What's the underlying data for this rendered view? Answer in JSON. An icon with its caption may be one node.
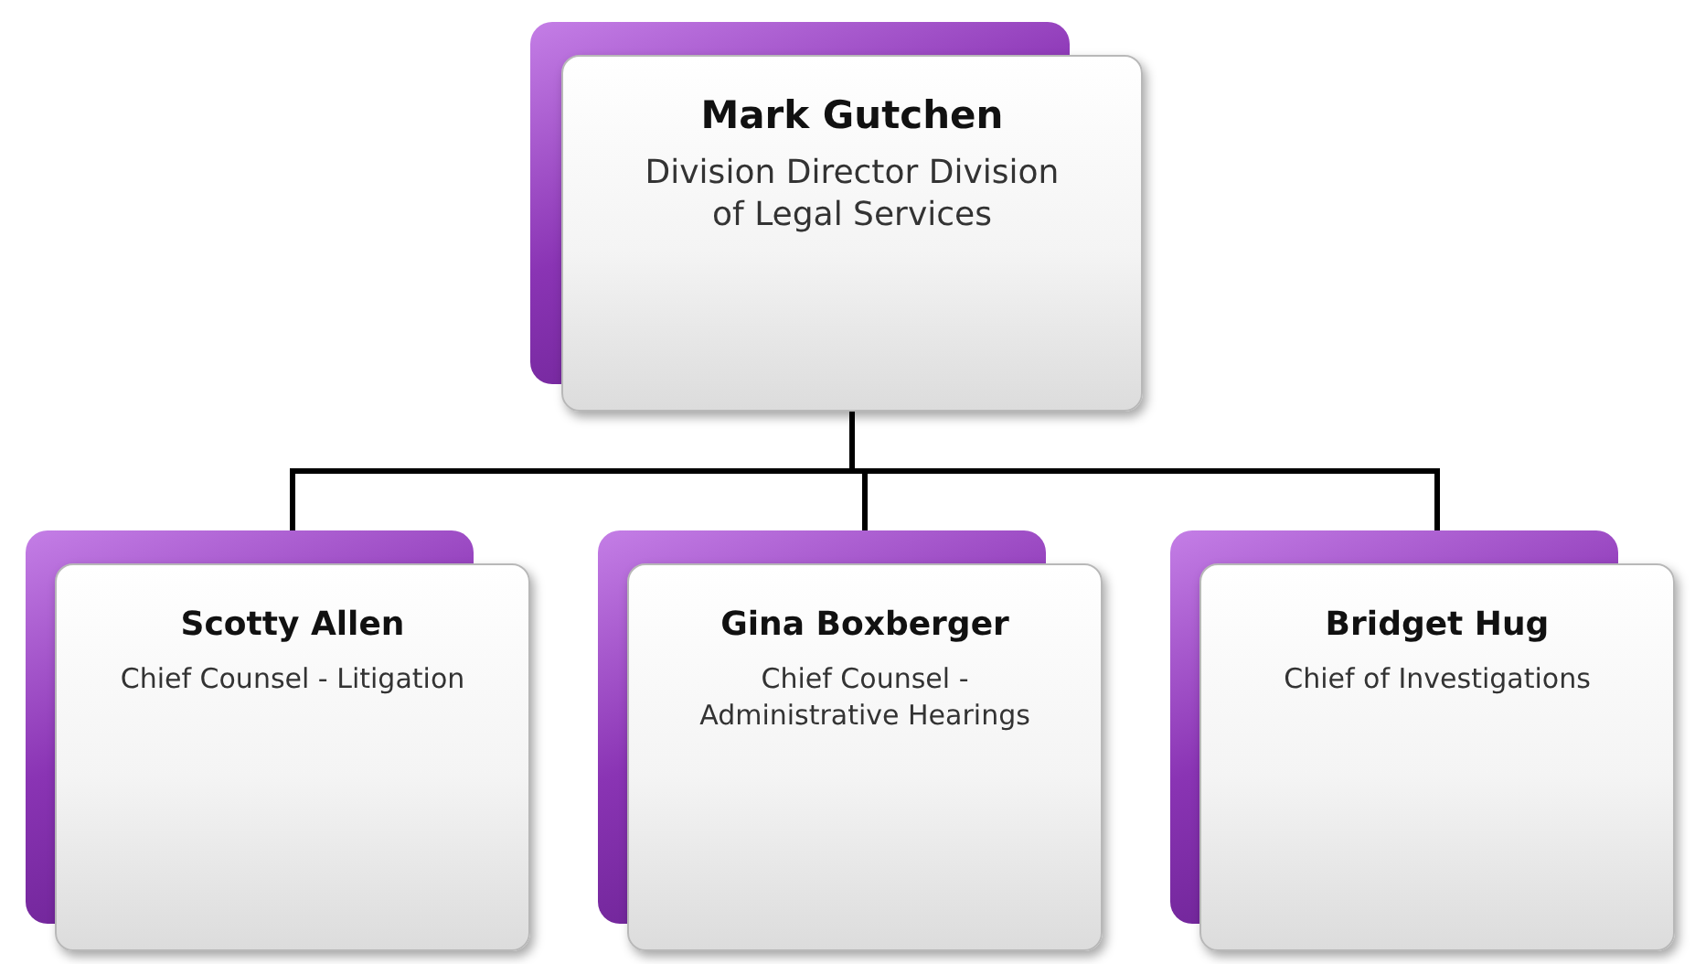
{
  "diagram": {
    "nodes": [
      {
        "text": [
          "Mark Gutchen",
          "Division Director Division of Legal Services"
        ]
      },
      {
        "text": [
          "Scotty Allen",
          "Chief Counsel - Litigation"
        ]
      },
      {
        "text": [
          "Gina Boxberger",
          "Chief Counsel - Administrative Hearings"
        ]
      },
      {
        "text": [
          "Bridget Hug",
          "Chief of Investigations"
        ]
      }
    ],
    "edges": [
      {
        "from": 0,
        "to": 1,
        "arrow": "none"
      },
      {
        "from": 0,
        "to": 2,
        "arrow": "none"
      },
      {
        "from": 0,
        "to": 3,
        "arrow": "none"
      }
    ]
  }
}
